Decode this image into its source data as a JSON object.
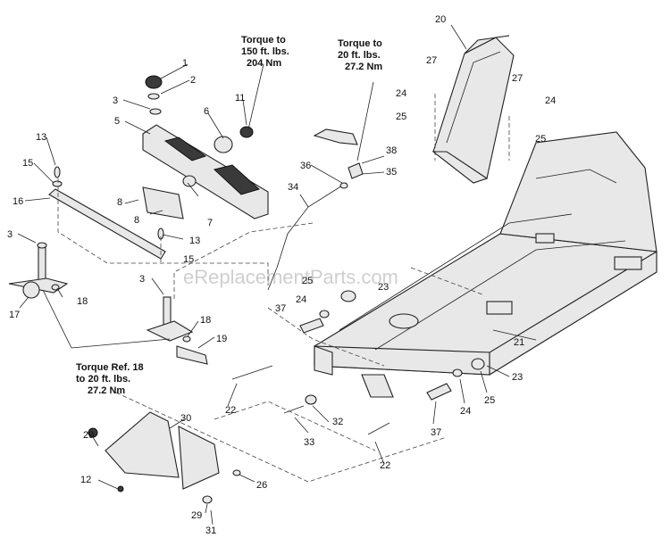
{
  "watermark": "eReplacementParts.com",
  "notes": {
    "torque_150": [
      "Torque to",
      "150 ft. lbs.",
      "204 Nm"
    ],
    "torque_20": [
      "Torque to",
      "20 ft. lbs.",
      "27.2 Nm"
    ],
    "torque_ref": [
      "Torque Ref. 18",
      "to 20 ft. lbs.",
      "27.2 Nm"
    ]
  },
  "callouts": {
    "c1": "1",
    "c2": "2",
    "c3a": "3",
    "c5": "5",
    "c6a": "6",
    "c11": "11",
    "c13a": "13",
    "c15a": "15",
    "c16": "16",
    "c8a": "8",
    "c8b": "8",
    "c7": "7",
    "c13b": "13",
    "c15b": "15",
    "c3b": "3",
    "c17": "17",
    "c18a": "18",
    "c3c": "3",
    "c18b": "18",
    "c19": "19",
    "c36": "36",
    "c38": "38",
    "c35": "35",
    "c34": "34",
    "c25a": "25",
    "c23a": "23",
    "c24a": "24",
    "c37a": "37",
    "c20": "20",
    "c27a": "27",
    "c27b": "27",
    "c24b": "24",
    "c25b": "25",
    "c24c": "24",
    "c25c": "25",
    "c21": "21",
    "c22a": "22",
    "c32": "32",
    "c33": "33",
    "c22b": "22",
    "c37b": "37",
    "c24d": "24",
    "c25d": "25",
    "c23b": "23",
    "c30": "30",
    "c29a": "29",
    "c12": "12",
    "c26": "26",
    "c29b": "29",
    "c31": "31"
  }
}
